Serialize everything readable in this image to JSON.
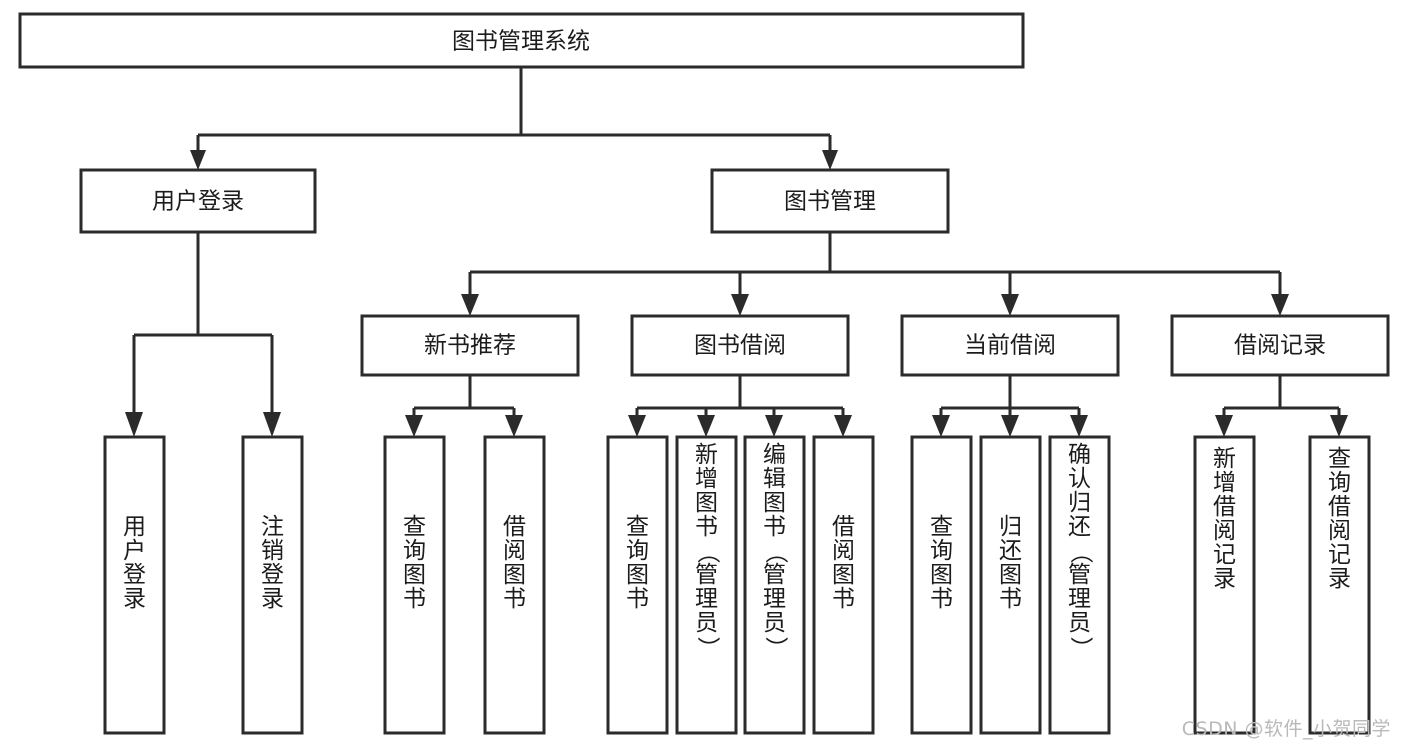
{
  "diagram": {
    "title": "图书管理系统",
    "type": "hierarchy-tree",
    "watermark": "CSDN @软件_小贺同学",
    "colors": {
      "stroke": "#2b2b2b",
      "fill": "#ffffff",
      "text": "#1c1c1c",
      "watermark": "#b9b9b9",
      "background": "#ffffff"
    },
    "nodes": {
      "root": {
        "label": "图书管理系统"
      },
      "level2": [
        {
          "id": "user-login",
          "label": "用户登录"
        },
        {
          "id": "book-management",
          "label": "图书管理"
        }
      ],
      "level3": [
        {
          "id": "new-book-recommend",
          "label": "新书推荐"
        },
        {
          "id": "book-borrow",
          "label": "图书借阅"
        },
        {
          "id": "current-borrow",
          "label": "当前借阅"
        },
        {
          "id": "borrow-record",
          "label": "借阅记录"
        }
      ],
      "leaves": {
        "user_login": [
          {
            "id": "leaf-user-login",
            "label": "用户登录"
          },
          {
            "id": "leaf-logout-login",
            "label": "注销登录"
          }
        ],
        "new_book_recommend": [
          {
            "id": "leaf-query-book-1",
            "label": "查询图书"
          },
          {
            "id": "leaf-borrow-book-1",
            "label": "借阅图书"
          }
        ],
        "book_borrow": [
          {
            "id": "leaf-query-book-2",
            "label": "查询图书"
          },
          {
            "id": "leaf-add-book",
            "label": "新增图书（管理员）"
          },
          {
            "id": "leaf-edit-book",
            "label": "编辑图书（管理员）"
          },
          {
            "id": "leaf-borrow-book-2",
            "label": "借阅图书"
          }
        ],
        "current_borrow": [
          {
            "id": "leaf-query-book-3",
            "label": "查询图书"
          },
          {
            "id": "leaf-return-book",
            "label": "归还图书"
          },
          {
            "id": "leaf-confirm-return",
            "label": "确认归还（管理员）"
          }
        ],
        "borrow_record": [
          {
            "id": "leaf-add-record",
            "label": "新增借阅记录"
          },
          {
            "id": "leaf-query-record",
            "label": "查询借阅记录"
          }
        ]
      }
    }
  }
}
